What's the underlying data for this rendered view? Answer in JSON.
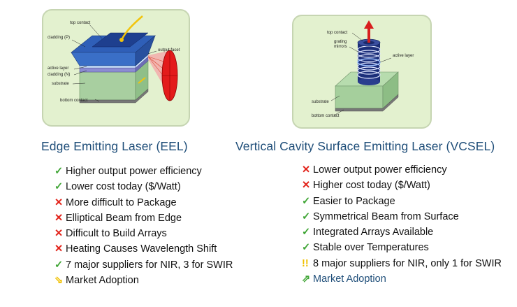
{
  "eel": {
    "title": "Edge Emitting Laser (EEL)",
    "diagram_labels": {
      "top_contact": "top contact",
      "cladding_p": "cladding (P)",
      "active_layer": "active layer",
      "cladding_n": "cladding (N)",
      "substrate": "substrate",
      "bottom_contact": "bottom contact",
      "output_facet": "output facet"
    },
    "items": [
      {
        "mark": "check",
        "glyph": "✓",
        "text": "Higher output power efficiency"
      },
      {
        "mark": "check",
        "glyph": "✓",
        "text": "Lower cost today ($/Watt)"
      },
      {
        "mark": "cross",
        "glyph": "✕",
        "text": "More difficult to Package"
      },
      {
        "mark": "cross",
        "glyph": "✕",
        "text": "Elliptical Beam from Edge"
      },
      {
        "mark": "cross",
        "glyph": "✕",
        "text": "Difficult to Build Arrays"
      },
      {
        "mark": "cross",
        "glyph": "✕",
        "text": "Heating Causes Wavelength Shift"
      },
      {
        "mark": "check",
        "glyph": "✓",
        "text": "7 major suppliers for NIR, 3 for SWIR"
      },
      {
        "mark": "down",
        "glyph": "⇘",
        "text": "Market Adoption"
      }
    ]
  },
  "vcsel": {
    "title": "Vertical Cavity Surface Emitting Laser (VCSEL)",
    "diagram_labels": {
      "top_contact": "top contact",
      "grating": "grating",
      "mirrors": "mirrors",
      "active_layer": "active layer",
      "substrate": "substrate",
      "bottom_contact": "bottom contact"
    },
    "items": [
      {
        "mark": "cross",
        "glyph": "✕",
        "text": "Lower output power efficiency"
      },
      {
        "mark": "cross",
        "glyph": "✕",
        "text": "Higher cost today ($/Watt)"
      },
      {
        "mark": "check",
        "glyph": "✓",
        "text": "Easier to Package"
      },
      {
        "mark": "check",
        "glyph": "✓",
        "text": "Symmetrical Beam from Surface"
      },
      {
        "mark": "check",
        "glyph": "✓",
        "text": "Integrated Arrays Available"
      },
      {
        "mark": "check",
        "glyph": "✓",
        "text": "Stable over Temperatures"
      },
      {
        "mark": "warn",
        "glyph": "!!",
        "text": "8 major suppliers for NIR, only 1 for SWIR"
      },
      {
        "mark": "up",
        "glyph": "⇗",
        "text": "Market Adoption"
      }
    ]
  }
}
